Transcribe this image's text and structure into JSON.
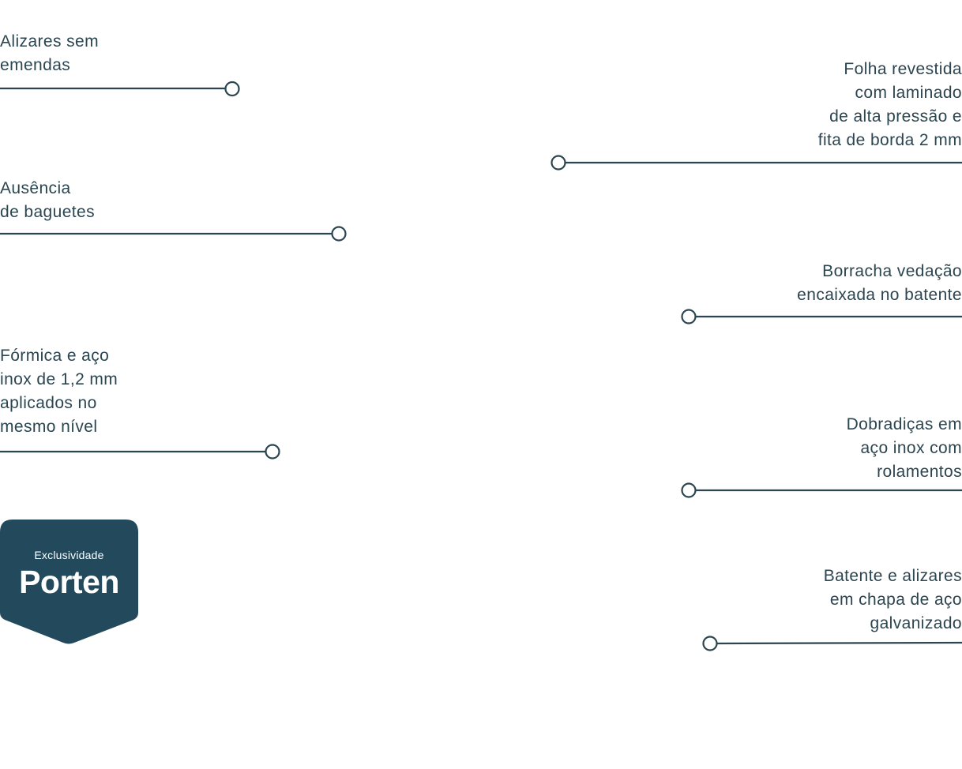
{
  "theme": {
    "text_color": "#2b4551",
    "line_color": "#2b4551",
    "badge_color": "#224a5c",
    "background": "#ffffff"
  },
  "callouts_left": [
    {
      "id": "alizares",
      "text": "Alizares sem\nemendas"
    },
    {
      "id": "baguetes",
      "text": "Ausência\nde baguetes"
    },
    {
      "id": "formica",
      "text": "Fórmica e aço\ninox de 1,2 mm\naplicados no\nmesmo nível"
    }
  ],
  "callouts_right": [
    {
      "id": "folha",
      "text": "Folha revestida\ncom laminado\nde alta pressão e\nfita de borda 2 mm"
    },
    {
      "id": "borracha",
      "text": "Borracha vedação\nencaixada no batente"
    },
    {
      "id": "dobradicas",
      "text": "Dobradiças em\naço inox com\nrolamentos"
    },
    {
      "id": "batente",
      "text": "Batente e alizares\nem chapa de aço\ngalvanizado"
    }
  ],
  "badge": {
    "small_text": "Exclusividade",
    "brand": "Porten"
  }
}
